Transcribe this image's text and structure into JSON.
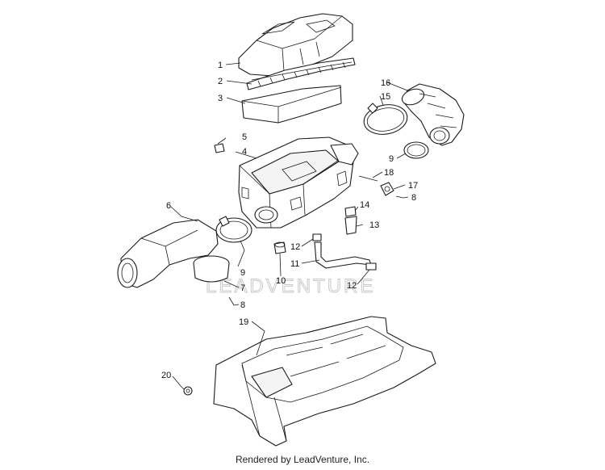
{
  "watermark": "LEADVENTURE",
  "footer": "Rendered by LeadVenture, Inc.",
  "callouts": [
    {
      "label": "1"
    },
    {
      "label": "2"
    },
    {
      "label": "3"
    },
    {
      "label": "16"
    },
    {
      "label": "15"
    },
    {
      "label": "5"
    },
    {
      "label": "4"
    },
    {
      "label": "9"
    },
    {
      "label": "18"
    },
    {
      "label": "17"
    },
    {
      "label": "8"
    },
    {
      "label": "14"
    },
    {
      "label": "6"
    },
    {
      "label": "13"
    },
    {
      "label": "12"
    },
    {
      "label": "11"
    },
    {
      "label": "9"
    },
    {
      "label": "10"
    },
    {
      "label": "12"
    },
    {
      "label": "7"
    },
    {
      "label": "8"
    },
    {
      "label": "19"
    },
    {
      "label": "20"
    }
  ]
}
